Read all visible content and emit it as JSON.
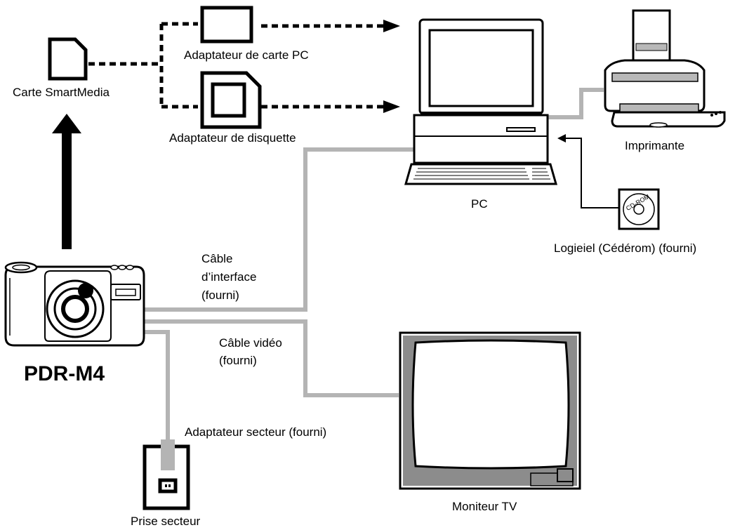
{
  "labels": {
    "smartmedia": "Carte SmartMedia",
    "pc_card_adapter": "Adaptateur de carte PC",
    "floppy_adapter": "Adaptateur de disquette",
    "pc": "PC",
    "printer": "Imprimante",
    "software": "Logieiel (Cédérom) (fourni)",
    "interface_cable": [
      "Câble",
      "d’interface",
      "(fourni)"
    ],
    "video_cable": [
      "Câble vidéo",
      "(fourni)"
    ],
    "camera_model": "PDR-M4",
    "ac_adapter": "Adaptateur secteur (fourni)",
    "tv_monitor": "Moniteur TV",
    "power_outlet": "Prise secteur",
    "cdrom_disc_text": "CD-ROM"
  },
  "colors": {
    "line": "#000000",
    "cable_gray": "#b4b4b4",
    "screen_gray": "#8c8c8c",
    "printer_gray": "#b8b8b8"
  }
}
